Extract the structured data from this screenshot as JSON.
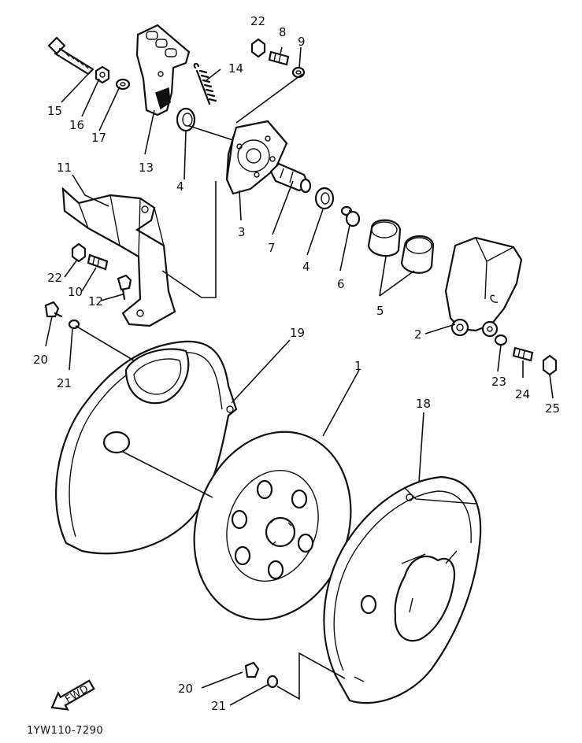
{
  "diagram": {
    "drawing_code": "1YW110-7290",
    "arrow_label": "FWD",
    "callouts": {
      "c1": "1",
      "c2": "2",
      "c3": "3",
      "c4a": "4",
      "c4b": "4",
      "c5": "5",
      "c6": "6",
      "c7": "7",
      "c8": "8",
      "c9": "9",
      "c10": "10",
      "c11": "11",
      "c12": "12",
      "c13": "13",
      "c14": "14",
      "c15": "15",
      "c16": "16",
      "c17": "17",
      "c18": "18",
      "c19": "19",
      "c20a": "20",
      "c20b": "20",
      "c21a": "21",
      "c21b": "21",
      "c22a": "22",
      "c22b": "22",
      "c23": "23",
      "c24": "24",
      "c25": "25"
    }
  }
}
